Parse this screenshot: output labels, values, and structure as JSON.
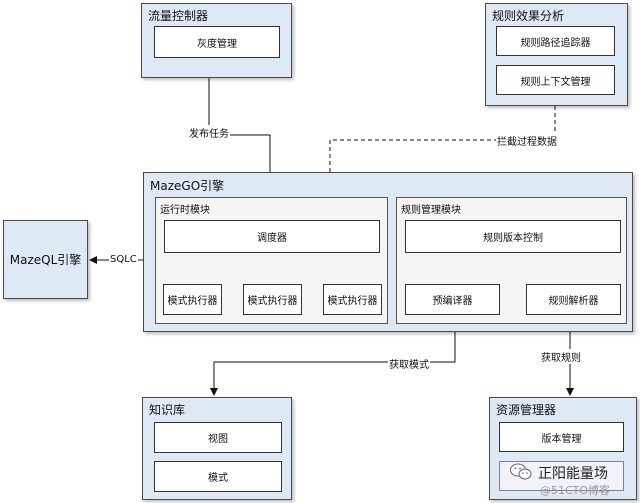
{
  "flow_controller": {
    "title": "流量控制器",
    "item": "灰度管理"
  },
  "effect_analysis": {
    "title": "规则效果分析",
    "items": [
      "规则路径追踪器",
      "规则上下文管理"
    ]
  },
  "edges": {
    "publish_task": "发布任务",
    "intercept_data": "拦截过程数据",
    "sqlc": "SQLC",
    "get_mode": "获取模式",
    "get_rule": "获取规则"
  },
  "mazego": {
    "title": "MazeGO引擎",
    "runtime": {
      "title": "运行时模块",
      "scheduler": "调度器",
      "executors": [
        "模式执行器",
        "模式执行器",
        "模式执行器"
      ]
    },
    "rule_mgmt": {
      "title": "规则管理模块",
      "version_control": "规则版本控制",
      "precompiler": "预编译器",
      "parser": "规则解析器"
    }
  },
  "mazeql": {
    "title": "MazeQL引擎"
  },
  "knowledge": {
    "title": "知识库",
    "items": [
      "视图",
      "模式"
    ]
  },
  "resource": {
    "title": "资源管理器",
    "item": "版本管理"
  },
  "watermark": {
    "text": "正阳能量场",
    "sub": "@51CTO博客"
  }
}
